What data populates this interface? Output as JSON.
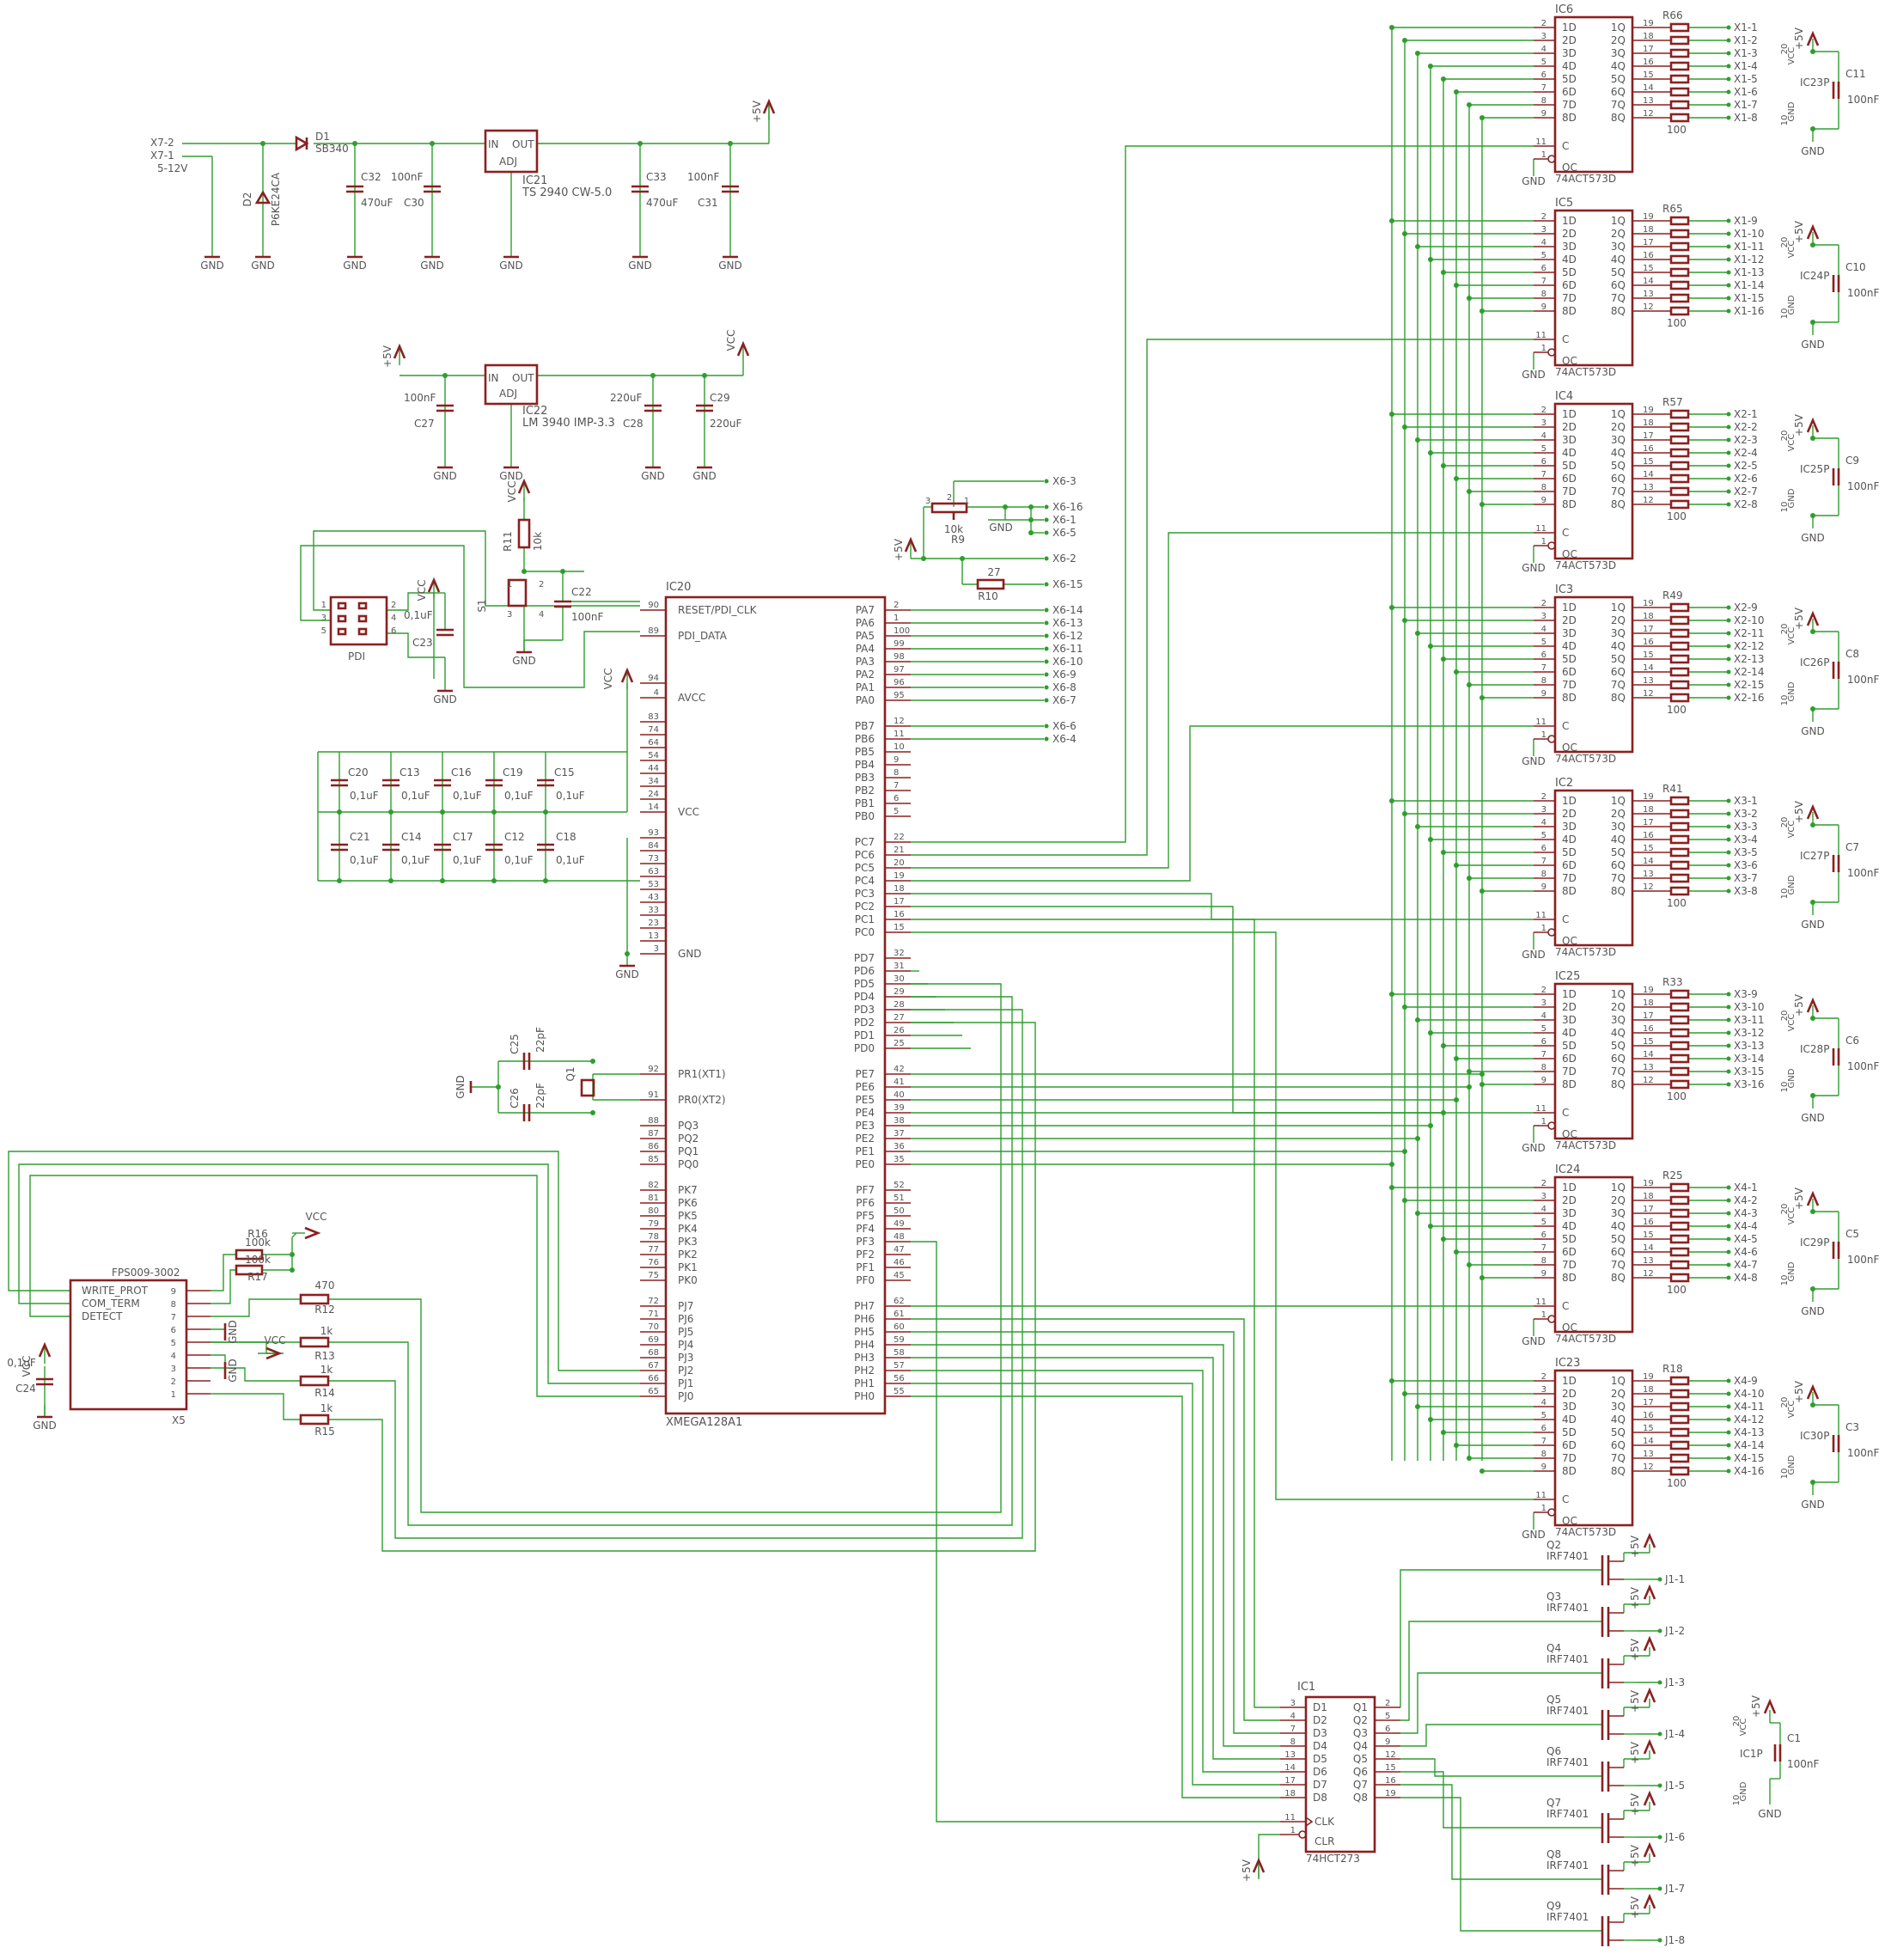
{
  "power": {
    "input": [
      "X7-2",
      "X7-1",
      "5-12V"
    ],
    "labels": [
      "D1",
      "SB340",
      "D2",
      "P6KE24CA",
      "C32",
      "470uF",
      "100nF",
      "C30",
      "IC21",
      "TS 2940 CW-5.0",
      "IN",
      "OUT",
      "ADJ",
      "C33",
      "470uF",
      "100nF",
      "C31",
      "+5V"
    ],
    "reg2": [
      "IC22",
      "LM 3940 IMP-3.3",
      "IN",
      "OUT",
      "ADJ",
      "100nF",
      "C27",
      "220uF",
      "C28",
      "C29",
      "220uF",
      "VCC",
      "+5V"
    ],
    "gnd": "GND"
  },
  "mcu": {
    "name": "IC20",
    "part": "XMEGA128A1",
    "left_pins": [
      {
        "no": "90",
        "name": "RESET/PDI_CLK"
      },
      {
        "no": "89",
        "name": "PDI_DATA"
      },
      {
        "no": "94",
        "name": ""
      },
      {
        "no": "4",
        "name": "AVCC"
      },
      {
        "no": "83",
        "name": ""
      },
      {
        "no": "74",
        "name": ""
      },
      {
        "no": "64",
        "name": ""
      },
      {
        "no": "54",
        "name": ""
      },
      {
        "no": "44",
        "name": ""
      },
      {
        "no": "34",
        "name": ""
      },
      {
        "no": "24",
        "name": ""
      },
      {
        "no": "14",
        "name": "VCC"
      },
      {
        "no": "93",
        "name": ""
      },
      {
        "no": "84",
        "name": ""
      },
      {
        "no": "73",
        "name": ""
      },
      {
        "no": "63",
        "name": ""
      },
      {
        "no": "53",
        "name": ""
      },
      {
        "no": "43",
        "name": ""
      },
      {
        "no": "33",
        "name": ""
      },
      {
        "no": "23",
        "name": ""
      },
      {
        "no": "13",
        "name": ""
      },
      {
        "no": "3",
        "name": "GND"
      },
      {
        "no": "92",
        "name": "PR1(XT1)"
      },
      {
        "no": "91",
        "name": "PR0(XT2)"
      },
      {
        "no": "88",
        "name": "PQ3"
      },
      {
        "no": "87",
        "name": "PQ2"
      },
      {
        "no": "86",
        "name": "PQ1"
      },
      {
        "no": "85",
        "name": "PQ0"
      },
      {
        "no": "82",
        "name": "PK7"
      },
      {
        "no": "81",
        "name": "PK6"
      },
      {
        "no": "80",
        "name": "PK5"
      },
      {
        "no": "79",
        "name": "PK4"
      },
      {
        "no": "78",
        "name": "PK3"
      },
      {
        "no": "77",
        "name": "PK2"
      },
      {
        "no": "76",
        "name": "PK1"
      },
      {
        "no": "75",
        "name": "PK0"
      },
      {
        "no": "72",
        "name": "PJ7"
      },
      {
        "no": "71",
        "name": "PJ6"
      },
      {
        "no": "70",
        "name": "PJ5"
      },
      {
        "no": "69",
        "name": "PJ4"
      },
      {
        "no": "68",
        "name": "PJ3"
      },
      {
        "no": "67",
        "name": "PJ2"
      },
      {
        "no": "66",
        "name": "PJ1"
      },
      {
        "no": "65",
        "name": "PJ0"
      }
    ],
    "right_pins": [
      {
        "no": "2",
        "name": "PA7"
      },
      {
        "no": "1",
        "name": "PA6"
      },
      {
        "no": "100",
        "name": "PA5"
      },
      {
        "no": "99",
        "name": "PA4"
      },
      {
        "no": "98",
        "name": "PA3"
      },
      {
        "no": "97",
        "name": "PA2"
      },
      {
        "no": "96",
        "name": "PA1"
      },
      {
        "no": "95",
        "name": "PA0"
      },
      {
        "no": "12",
        "name": "PB7"
      },
      {
        "no": "11",
        "name": "PB6"
      },
      {
        "no": "10",
        "name": "PB5"
      },
      {
        "no": "9",
        "name": "PB4"
      },
      {
        "no": "8",
        "name": "PB3"
      },
      {
        "no": "7",
        "name": "PB2"
      },
      {
        "no": "6",
        "name": "PB1"
      },
      {
        "no": "5",
        "name": "PB0"
      },
      {
        "no": "22",
        "name": "PC7"
      },
      {
        "no": "21",
        "name": "PC6"
      },
      {
        "no": "20",
        "name": "PC5"
      },
      {
        "no": "19",
        "name": "PC4"
      },
      {
        "no": "18",
        "name": "PC3"
      },
      {
        "no": "17",
        "name": "PC2"
      },
      {
        "no": "16",
        "name": "PC1"
      },
      {
        "no": "15",
        "name": "PC0"
      },
      {
        "no": "32",
        "name": "PD7"
      },
      {
        "no": "31",
        "name": "PD6"
      },
      {
        "no": "30",
        "name": "PD5"
      },
      {
        "no": "29",
        "name": "PD4"
      },
      {
        "no": "28",
        "name": "PD3"
      },
      {
        "no": "27",
        "name": "PD2"
      },
      {
        "no": "26",
        "name": "PD1"
      },
      {
        "no": "25",
        "name": "PD0"
      },
      {
        "no": "42",
        "name": "PE7"
      },
      {
        "no": "41",
        "name": "PE6"
      },
      {
        "no": "40",
        "name": "PE5"
      },
      {
        "no": "39",
        "name": "PE4"
      },
      {
        "no": "38",
        "name": "PE3"
      },
      {
        "no": "37",
        "name": "PE2"
      },
      {
        "no": "36",
        "name": "PE1"
      },
      {
        "no": "35",
        "name": "PE0"
      },
      {
        "no": "52",
        "name": "PF7"
      },
      {
        "no": "51",
        "name": "PF6"
      },
      {
        "no": "50",
        "name": "PF5"
      },
      {
        "no": "49",
        "name": "PF4"
      },
      {
        "no": "48",
        "name": "PF3"
      },
      {
        "no": "47",
        "name": "PF2"
      },
      {
        "no": "46",
        "name": "PF1"
      },
      {
        "no": "45",
        "name": "PF0"
      },
      {
        "no": "62",
        "name": "PH7"
      },
      {
        "no": "61",
        "name": "PH6"
      },
      {
        "no": "60",
        "name": "PH5"
      },
      {
        "no": "59",
        "name": "PH4"
      },
      {
        "no": "58",
        "name": "PH3"
      },
      {
        "no": "57",
        "name": "PH2"
      },
      {
        "no": "56",
        "name": "PH1"
      },
      {
        "no": "55",
        "name": "PH0"
      }
    ],
    "porta_nets": [
      "X6-14",
      "X6-13",
      "X6-12",
      "X6-11",
      "X6-10",
      "X6-9",
      "X6-8",
      "X6-7"
    ],
    "portb_nets": [
      "X6-6",
      "X6-4"
    ]
  },
  "decoupling": {
    "top": [
      "C20",
      "C13",
      "C16",
      "C19",
      "C15"
    ],
    "bottom": [
      "C21",
      "C14",
      "C17",
      "C12",
      "C18"
    ],
    "value": "0,1uF"
  },
  "pdi": {
    "name": "PDI",
    "pins": [
      "1",
      "2",
      "3",
      "4",
      "5",
      "6"
    ],
    "cap": "C23",
    "cap_value": "0,1uF",
    "vcc": "VCC",
    "gnd": "GND"
  },
  "reset": {
    "r": "R11",
    "r_value": "10k",
    "sw": "S1",
    "sw_pins": [
      "1",
      "2",
      "3",
      "4"
    ],
    "cap": "C22",
    "cap_value": "100nF",
    "vcc": "VCC"
  },
  "pot": {
    "labels": [
      "X6-3",
      "X6-16",
      "X6-1",
      "X6-5",
      "X6-2",
      "X6-15",
      "10k",
      "R9",
      "GND",
      "+5V",
      "27",
      "R10"
    ],
    "pins": [
      "3",
      "2",
      "1"
    ]
  },
  "crystal": {
    "q": "Q1",
    "c25": "C25",
    "c26": "C26",
    "value": "22pF",
    "gnd": "GND"
  },
  "card": {
    "name": "FPS009-3002",
    "ref": "X5",
    "signals": [
      "WRITE_PROT",
      "COM_TERM",
      "DETECT"
    ],
    "pins": [
      "9",
      "8",
      "7",
      "6",
      "5",
      "4",
      "3",
      "2",
      "1"
    ],
    "labels": [
      "100k",
      "R16",
      "100k",
      "R17",
      "VCC",
      "470",
      "R12",
      "1k",
      "R13",
      "1k",
      "R14",
      "1k",
      "R15",
      "GND",
      "GND",
      "VCC",
      "0,1uF",
      "C24",
      "VCC",
      "GND"
    ]
  },
  "latches": [
    {
      "ic": "IC6",
      "res": "R66",
      "cap": "C11",
      "pwr": "IC23P",
      "out": [
        "X1-1",
        "X1-2",
        "X1-3",
        "X1-4",
        "X1-5",
        "X1-6",
        "X1-7",
        "X1-8"
      ]
    },
    {
      "ic": "IC5",
      "res": "R65",
      "cap": "C10",
      "pwr": "IC24P",
      "out": [
        "X1-9",
        "X1-10",
        "X1-11",
        "X1-12",
        "X1-13",
        "X1-14",
        "X1-15",
        "X1-16"
      ]
    },
    {
      "ic": "IC4",
      "res": "R57",
      "cap": "C9",
      "pwr": "IC25P",
      "out": [
        "X2-1",
        "X2-2",
        "X2-3",
        "X2-4",
        "X2-5",
        "X2-6",
        "X2-7",
        "X2-8"
      ]
    },
    {
      "ic": "IC3",
      "res": "R49",
      "cap": "C8",
      "pwr": "IC26P",
      "out": [
        "X2-9",
        "X2-10",
        "X2-11",
        "X2-12",
        "X2-13",
        "X2-14",
        "X2-15",
        "X2-16"
      ]
    },
    {
      "ic": "IC2",
      "res": "R41",
      "cap": "C7",
      "pwr": "IC27P",
      "out": [
        "X3-1",
        "X3-2",
        "X3-3",
        "X3-4",
        "X3-5",
        "X3-6",
        "X3-7",
        "X3-8"
      ]
    },
    {
      "ic": "IC25",
      "res": "R33",
      "cap": "C6",
      "pwr": "IC28P",
      "out": [
        "X3-9",
        "X3-10",
        "X3-11",
        "X3-12",
        "X3-13",
        "X3-14",
        "X3-15",
        "X3-16"
      ]
    },
    {
      "ic": "IC24",
      "res": "R25",
      "cap": "C5",
      "pwr": "IC29P",
      "out": [
        "X4-1",
        "X4-2",
        "X4-3",
        "X4-4",
        "X4-5",
        "X4-6",
        "X4-7",
        "X4-8"
      ]
    },
    {
      "ic": "IC23",
      "res": "R18",
      "cap": "C3",
      "pwr": "IC30P",
      "out": [
        "X4-9",
        "X4-10",
        "X4-11",
        "X4-12",
        "X4-13",
        "X4-14",
        "X4-15",
        "X4-16"
      ]
    }
  ],
  "latch_common": {
    "part": "74ACT573D",
    "in_names": [
      "1D",
      "2D",
      "3D",
      "4D",
      "5D",
      "6D",
      "7D",
      "8D"
    ],
    "out_names": [
      "1Q",
      "2Q",
      "3Q",
      "4Q",
      "5Q",
      "6Q",
      "7Q",
      "8Q"
    ],
    "in_nums": [
      "2",
      "3",
      "4",
      "5",
      "6",
      "7",
      "8",
      "9"
    ],
    "out_nums": [
      "19",
      "18",
      "17",
      "16",
      "15",
      "14",
      "13",
      "12"
    ],
    "ctrl": [
      "C",
      "OC"
    ],
    "ctrl_nums": [
      "11",
      "1"
    ],
    "res_value": "100",
    "cap_value": "100nF",
    "vcc": "VCC",
    "gnd": "GND",
    "v5": "+5V",
    "p20": "20",
    "p10": "10"
  },
  "octal": {
    "ic": "IC1",
    "part": "74HCT273",
    "d_names": [
      "D1",
      "D2",
      "D3",
      "D4",
      "D5",
      "D6",
      "D7",
      "D8"
    ],
    "q_names": [
      "Q1",
      "Q2",
      "Q3",
      "Q4",
      "Q5",
      "Q6",
      "Q7",
      "Q8"
    ],
    "d_nums": [
      "3",
      "4",
      "7",
      "8",
      "13",
      "14",
      "17",
      "18"
    ],
    "q_nums": [
      "2",
      "5",
      "6",
      "9",
      "12",
      "15",
      "16",
      "19"
    ],
    "clk": "CLK",
    "clr": "CLR",
    "clk_no": "11",
    "clr_no": "1",
    "v5": "+5V",
    "pwr": "IC1P",
    "cap": "C1",
    "cap_value": "100nF",
    "vcc": "VCC",
    "gnd": "GND",
    "p20": "20",
    "p10": "10"
  },
  "mosfets": [
    {
      "ref": "Q2",
      "out": "J1-1"
    },
    {
      "ref": "Q3",
      "out": "J1-2"
    },
    {
      "ref": "Q4",
      "out": "J1-3"
    },
    {
      "ref": "Q5",
      "out": "J1-4"
    },
    {
      "ref": "Q6",
      "out": "J1-5"
    },
    {
      "ref": "Q7",
      "out": "J1-6"
    },
    {
      "ref": "Q8",
      "out": "J1-7"
    },
    {
      "ref": "Q9",
      "out": "J1-8"
    }
  ],
  "mosfet_common": {
    "part": "IRF7401",
    "v5": "+5V"
  }
}
